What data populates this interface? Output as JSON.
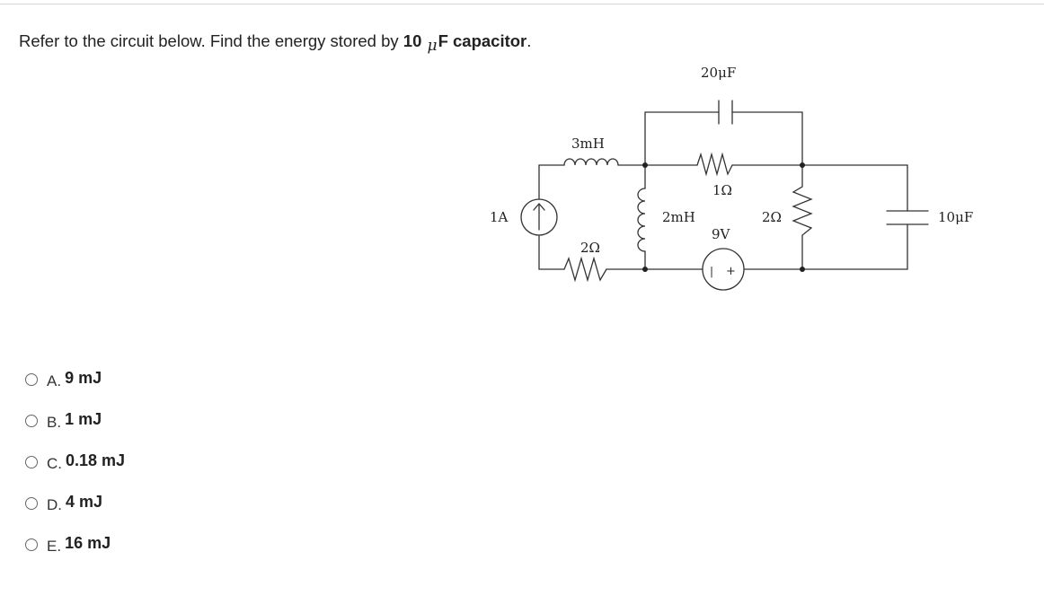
{
  "question": {
    "prefix": "Refer to the circuit below. Find the energy stored by",
    "value": "10",
    "unit_prefix": "μ",
    "unit_suffix": "F capacitor",
    "period": "."
  },
  "circuit": {
    "labels": {
      "cap_top": "20μF",
      "inductor_top": "3mH",
      "resistor_top": "1Ω",
      "current_source": "1A",
      "inductor_mid": "2mH",
      "voltage_source": "9V",
      "resistor_bottom": "2Ω",
      "resistor_right": "2Ω",
      "cap_right": "10μF",
      "vs_minus": "|",
      "vs_plus": "+"
    }
  },
  "options": [
    {
      "letter": "A.",
      "value": "9 mJ"
    },
    {
      "letter": "B.",
      "value": "1 mJ"
    },
    {
      "letter": "C.",
      "value": "0.18 mJ"
    },
    {
      "letter": "D.",
      "value": "4 mJ"
    },
    {
      "letter": "E.",
      "value": "16 mJ"
    }
  ]
}
